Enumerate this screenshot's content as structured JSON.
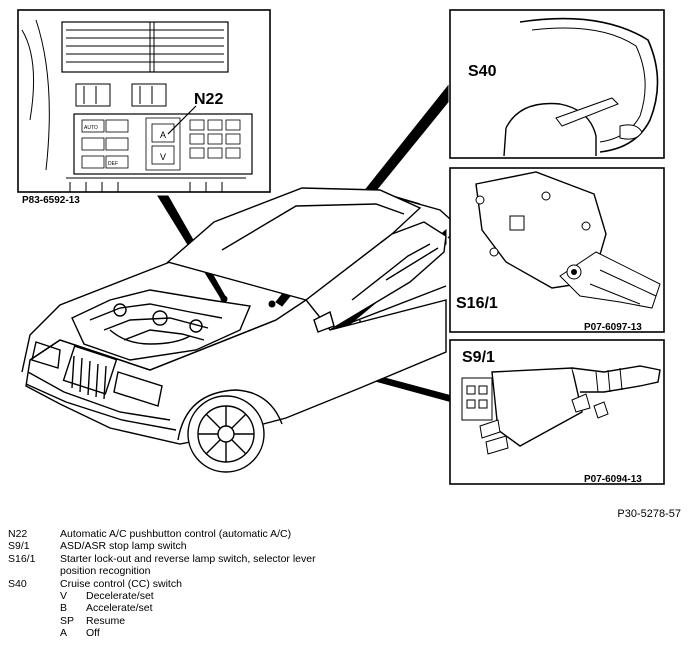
{
  "callouts": {
    "n22": {
      "code": "P83-6592-13",
      "label": "N22",
      "buttons": [
        "AUTO",
        "DEF",
        "A",
        "V"
      ]
    },
    "s40": {
      "label": "S40"
    },
    "s16_1": {
      "code": "P07-6097-13",
      "label": "S16/1"
    },
    "s9_1": {
      "code": "P07-6094-13",
      "label": "S9/1"
    }
  },
  "figure_ref": "P30-5278-57",
  "legend": [
    {
      "key": "N22",
      "lines": [
        "Automatic A/C pushbutton control (automatic A/C)"
      ]
    },
    {
      "key": "S9/1",
      "lines": [
        "ASD/ASR stop lamp switch"
      ]
    },
    {
      "key": "S16/1",
      "lines": [
        "Starter lock-out and reverse lamp switch, selector lever",
        "position recognition"
      ]
    },
    {
      "key": "S40",
      "lines": [
        "Cruise control (CC) switch"
      ]
    }
  ],
  "cc_positions": [
    {
      "key": "V",
      "text": "Decelerate/set"
    },
    {
      "key": "B",
      "text": "Accelerate/set"
    },
    {
      "key": "SP",
      "text": "Resume"
    },
    {
      "key": "A",
      "text": "Off"
    }
  ]
}
